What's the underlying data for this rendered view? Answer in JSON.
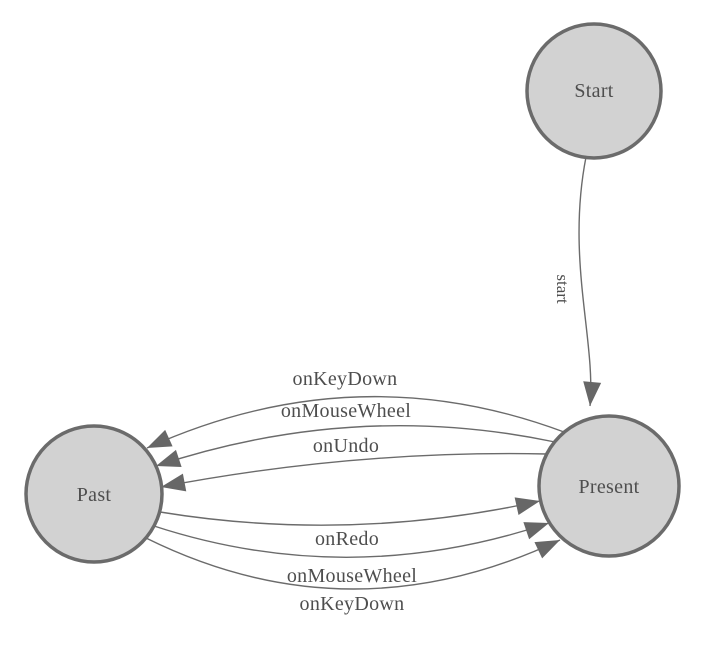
{
  "diagram": {
    "kind": "state-machine",
    "background_color": "#ffffff",
    "node_fill_color": "#d2d2d2",
    "node_border_color": "#6b6b6b",
    "edge_color": "#6b6b6b",
    "arrowhead_color": "#676767",
    "text_color": "#4e4e4e",
    "nodes": [
      {
        "id": "start",
        "label": "Start"
      },
      {
        "id": "present",
        "label": "Present"
      },
      {
        "id": "past",
        "label": "Past"
      }
    ],
    "edges": [
      {
        "from": "Start",
        "to": "Present",
        "label": "start"
      },
      {
        "from": "Present",
        "to": "Past",
        "label": "onKeyDown"
      },
      {
        "from": "Present",
        "to": "Past",
        "label": "onMouseWheel"
      },
      {
        "from": "Present",
        "to": "Past",
        "label": "onUndo"
      },
      {
        "from": "Past",
        "to": "Present",
        "label": "onRedo"
      },
      {
        "from": "Past",
        "to": "Present",
        "label": "onMouseWheel"
      },
      {
        "from": "Past",
        "to": "Present",
        "label": "onKeyDown"
      }
    ]
  }
}
